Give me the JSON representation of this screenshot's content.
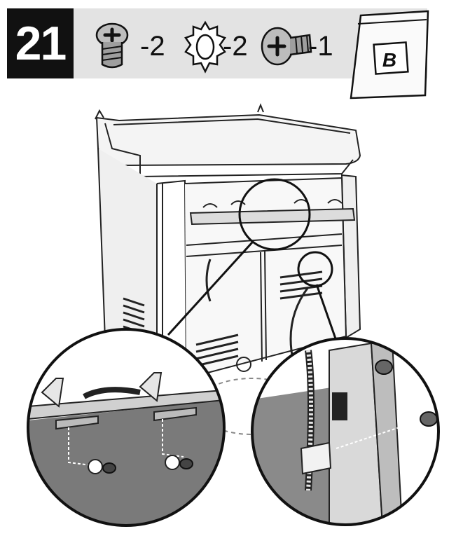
{
  "header": {
    "step_number": "21",
    "parts": [
      {
        "icon": "flat-head-screw-icon",
        "qty_label": "-2"
      },
      {
        "icon": "star-lock-washer-icon",
        "qty_label": "-2"
      },
      {
        "icon": "pan-head-screw-icon",
        "qty_label": "-1"
      }
    ],
    "bag_label": "B"
  }
}
